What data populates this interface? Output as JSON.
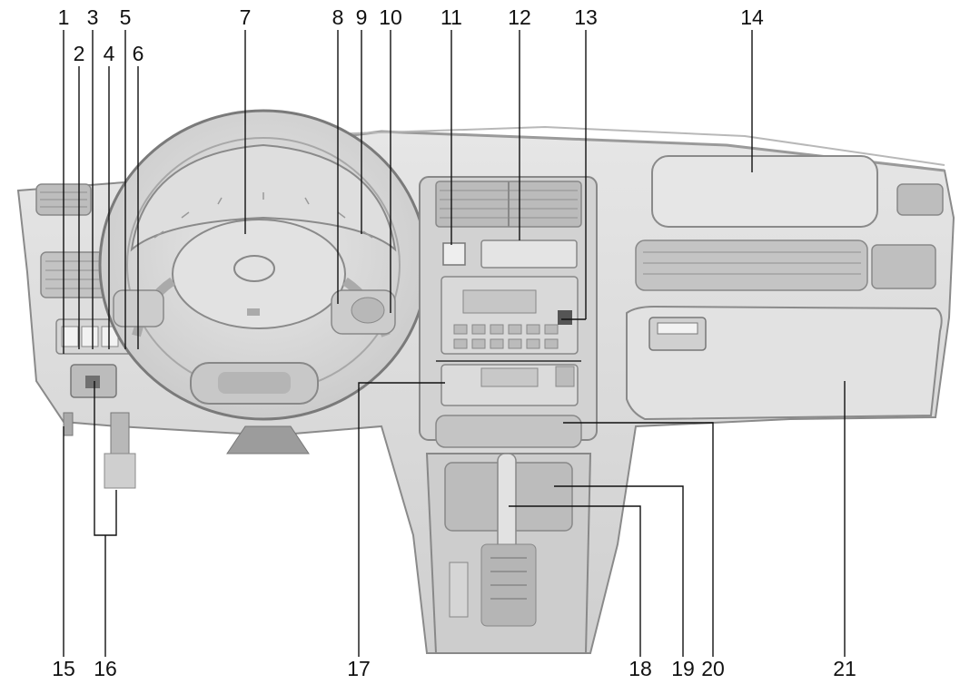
{
  "callouts": [
    "1",
    "2",
    "3",
    "4",
    "5",
    "6",
    "7",
    "8",
    "9",
    "10",
    "11",
    "12",
    "13",
    "14",
    "15",
    "16",
    "17",
    "18",
    "19",
    "20",
    "21"
  ],
  "colors": {
    "line": "#111111",
    "panel": "#dadada",
    "panel_dark": "#b4b4b4",
    "panel_light": "#ececec",
    "trim": "#8a8a8a"
  }
}
